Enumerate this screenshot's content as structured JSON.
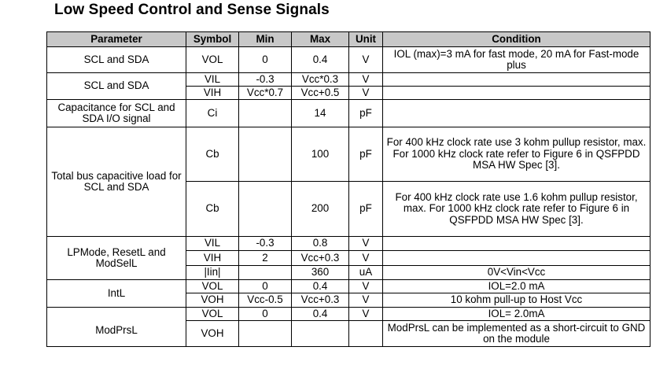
{
  "title": "Low Speed Control and Sense Signals",
  "headers": {
    "parameter": "Parameter",
    "symbol": "Symbol",
    "min": "Min",
    "max": "Max",
    "unit": "Unit",
    "condition": "Condition"
  },
  "rows": [
    {
      "parameter": "SCL and SDA",
      "symbol": "VOL",
      "min": "0",
      "max": "0.4",
      "unit": "V",
      "condition": "IOL (max)=3 mA for fast mode, 20 mA for Fast-mode plus"
    },
    {
      "parameter": "SCL and SDA",
      "symbol": "VIL",
      "min": "-0.3",
      "max": "Vcc*0.3",
      "unit": "V",
      "condition": ""
    },
    {
      "symbol": "VIH",
      "min": "Vcc*0.7",
      "max": "Vcc+0.5",
      "unit": "V",
      "condition": ""
    },
    {
      "parameter": "Capacitance for SCL and SDA I/O signal",
      "symbol": "Ci",
      "min": "",
      "max": "14",
      "unit": "pF",
      "condition": ""
    },
    {
      "parameter": "Total bus capacitive load for SCL and SDA",
      "symbol": "Cb",
      "min": "",
      "max": "100",
      "unit": "pF",
      "condition": "For 400 kHz clock rate use 3 kohm pullup resistor, max. For 1000 kHz clock rate refer to Figure 6 in QSFPDD MSA HW Spec [3]."
    },
    {
      "symbol": "Cb",
      "min": "",
      "max": "200",
      "unit": "pF",
      "condition": "For 400 kHz clock rate use 1.6 kohm pullup resistor, max. For 1000 kHz clock rate refer to Figure 6 in QSFPDD MSA HW Spec [3]."
    },
    {
      "parameter": "LPMode, ResetL and ModSelL",
      "symbol": "VIL",
      "min": "-0.3",
      "max": "0.8",
      "unit": "V",
      "condition": ""
    },
    {
      "symbol": "VIH",
      "min": "2",
      "max": "Vcc+0.3",
      "unit": "V",
      "condition": ""
    },
    {
      "symbol": "|Iin|",
      "min": "",
      "max": "360",
      "unit": "uA",
      "condition": "0V<Vin<Vcc"
    },
    {
      "parameter": "IntL",
      "symbol": "VOL",
      "min": "0",
      "max": "0.4",
      "unit": "V",
      "condition": "IOL=2.0 mA"
    },
    {
      "symbol": "VOH",
      "min": "Vcc-0.5",
      "max": "Vcc+0.3",
      "unit": "V",
      "condition": "10 kohm pull-up to Host Vcc"
    },
    {
      "parameter": "ModPrsL",
      "symbol": "VOL",
      "min": "0",
      "max": "0.4",
      "unit": "V",
      "condition": "IOL= 2.0mA"
    },
    {
      "symbol": "VOH",
      "min": "",
      "max": "",
      "unit": "",
      "condition": "ModPrsL can be implemented as a short-circuit to GND on the module"
    }
  ]
}
